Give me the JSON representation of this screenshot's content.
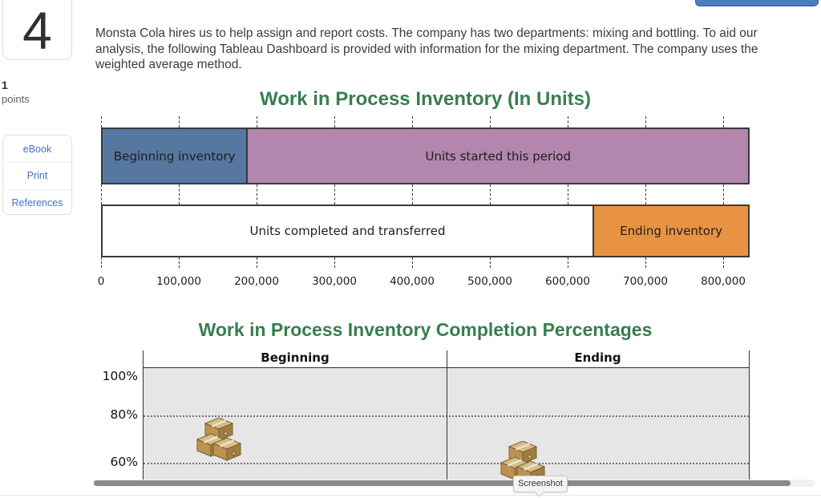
{
  "page": {
    "tooltip_label": "Screenshot",
    "accent_green": "#377e4f",
    "top_button_color": "#4c7dbe"
  },
  "question": {
    "number": "4",
    "points_value": "1",
    "points_label": "points",
    "prompt": "Monsta Cola hires us to help assign and report costs. The company has two departments: mixing and bottling. To aid our analysis, the following Tableau Dashboard is provided with information for the mixing department. The company uses the weighted average method."
  },
  "resources": {
    "items": [
      "eBook",
      "Print",
      "References"
    ],
    "link_color": "#4273c4"
  },
  "chart_data": [
    {
      "type": "bar",
      "orientation": "horizontal",
      "title": "Work in Process Inventory (In Units)",
      "title_color": "#377e4f",
      "xlabel": "",
      "xlim": [
        0,
        835000
      ],
      "x_ticks": [
        {
          "label": "0",
          "value": 0
        },
        {
          "label": "100,000",
          "value": 100000
        },
        {
          "label": "200,000",
          "value": 200000
        },
        {
          "label": "300,000",
          "value": 300000
        },
        {
          "label": "400,000",
          "value": 400000
        },
        {
          "label": "500,000",
          "value": 500000
        },
        {
          "label": "600,000",
          "value": 600000
        },
        {
          "label": "700,000",
          "value": 700000
        },
        {
          "label": "800,000",
          "value": 800000
        }
      ],
      "rows": [
        {
          "name": "total-units-to-account-for",
          "segments": [
            {
              "label": "Beginning inventory",
              "value": 185000,
              "color": "#56779f"
            },
            {
              "label": "Units started this period",
              "value": 645000,
              "color": "#b286ad"
            }
          ]
        },
        {
          "name": "total-units-accounted-for",
          "segments": [
            {
              "label": "Units completed and transferred",
              "value": 630000,
              "color": "#ffffff"
            },
            {
              "label": "Ending inventory",
              "value": 200000,
              "color": "#e89343"
            }
          ]
        }
      ],
      "grid": "dashed-vertical-ticks"
    },
    {
      "type": "scatter",
      "title": "Work in Process Inventory Completion Percentages",
      "title_color": "#377e4f",
      "columns": [
        "Beginning",
        "Ending"
      ],
      "y_ticks": [
        {
          "label": "100%",
          "value": 100
        },
        {
          "label": "80%",
          "value": 80
        },
        {
          "label": "60%",
          "value": 60
        }
      ],
      "ylim_visible": [
        55,
        105
      ],
      "marker": "crate-of-boxes-icon",
      "points": [
        {
          "category": "Beginning",
          "completion_pct": 70
        },
        {
          "category": "Ending",
          "completion_pct": 60
        }
      ],
      "grid": "dotted-horizontal"
    }
  ]
}
